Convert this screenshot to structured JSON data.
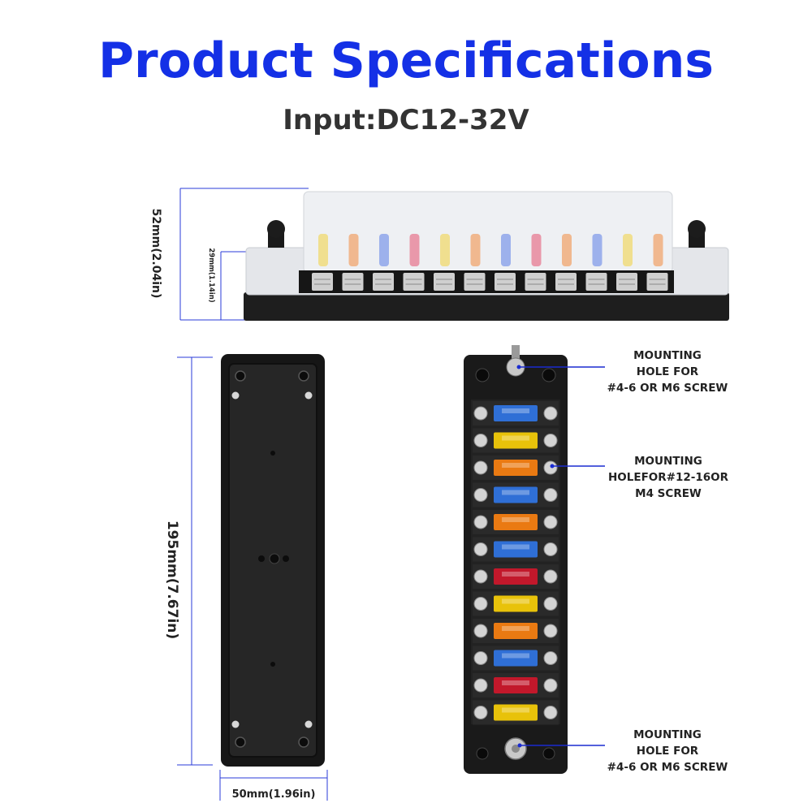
{
  "header": {
    "title": "Product Specifications",
    "subtitle": "Input:DC12-32V"
  },
  "dimensions": {
    "height_total": "52mm(2.04in)",
    "height_base": "29mm(1.14in)",
    "length": "195mm(7.67in)",
    "width": "50mm(1.96in)"
  },
  "callouts": {
    "top_hole": [
      "MOUNTING",
      "HOLE FOR",
      "#4-6 OR M6 SCREW"
    ],
    "side_hole": [
      "MOUNTING",
      "HOLEFOR#12-16OR",
      "M4 SCREW"
    ],
    "bottom_hole": [
      "MOUNTING",
      "HOLE FOR",
      "#4-6 OR M6 SCREW"
    ]
  },
  "colors": {
    "title": "#1430e6",
    "dimension_line": "#2a3bd8",
    "callout_line": "#1a2bd0"
  },
  "side_fuse_colors": [
    "#f2d23c",
    "#f28a3c",
    "#5b7de6",
    "#e6506e",
    "#f2d23c",
    "#f28a3c",
    "#5b7de6",
    "#e6506e",
    "#f28a3c",
    "#5b7de6",
    "#f2d23c",
    "#f28a3c"
  ],
  "front_fuse_colors": [
    "#2f6fd6",
    "#e8c20a",
    "#ea7a12",
    "#2f6fd6",
    "#ea7a12",
    "#2f6fd6",
    "#c2182b",
    "#e8c20a",
    "#ea7a12",
    "#2f6fd6",
    "#c2182b",
    "#e8c20a"
  ]
}
